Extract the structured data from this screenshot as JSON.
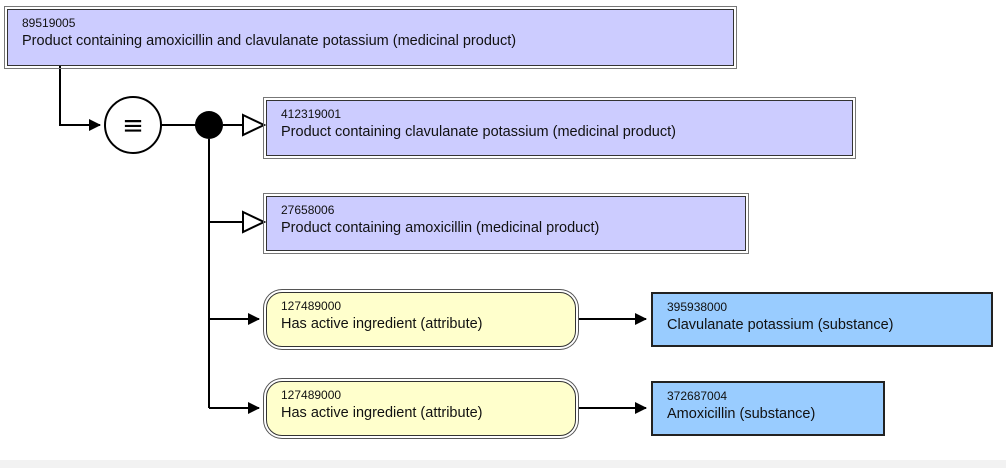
{
  "diagram": {
    "root": {
      "id": "89519005",
      "term": "Product containing amoxicillin and clavulanate potassium (medicinal product)"
    },
    "definition_status_symbol": "≡",
    "parents": [
      {
        "id": "412319001",
        "term": "Product containing clavulanate potassium (medicinal product)"
      },
      {
        "id": "27658006",
        "term": "Product containing amoxicillin (medicinal product)"
      }
    ],
    "relationships": [
      {
        "attribute": {
          "id": "127489000",
          "term": "Has active ingredient (attribute)"
        },
        "value": {
          "id": "395938000",
          "term": "Clavulanate potassium (substance)"
        }
      },
      {
        "attribute": {
          "id": "127489000",
          "term": "Has active ingredient (attribute)"
        },
        "value": {
          "id": "372687004",
          "term": "Amoxicillin (substance)"
        }
      }
    ]
  }
}
